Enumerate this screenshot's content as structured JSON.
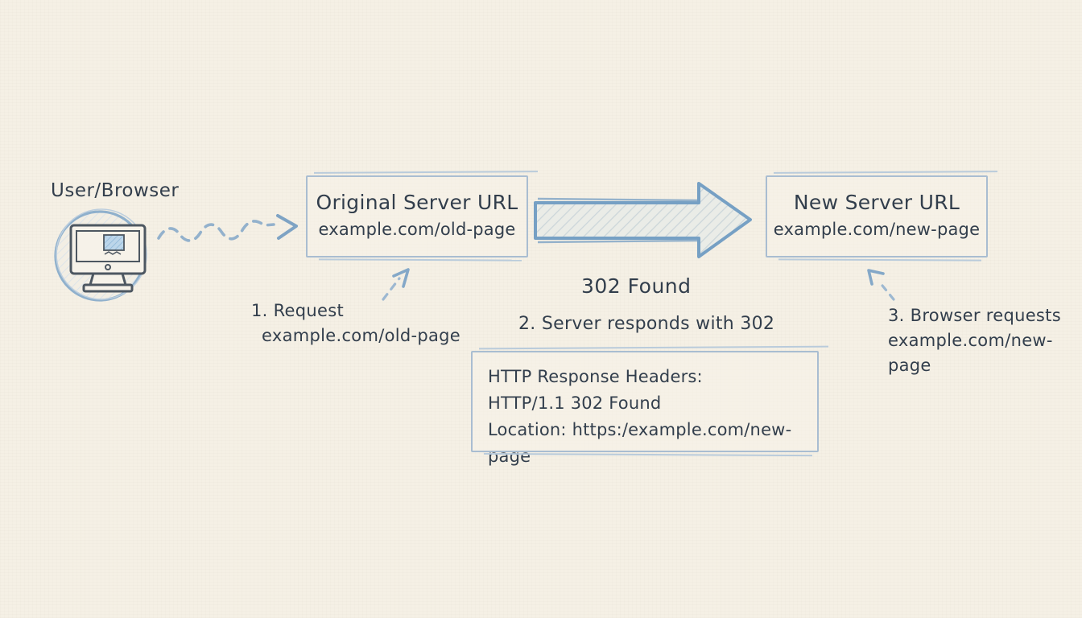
{
  "colors": {
    "background": "#f5f0e5",
    "ink": "#323e4c",
    "sketch_blue": "#7ea3c4",
    "sketch_blue_light": "#a9bdd1",
    "arrow_fill": "#eaece7"
  },
  "user": {
    "label": "User/Browser",
    "icon": "computer-monitor-icon"
  },
  "original_server": {
    "title": "Original Server URL",
    "url": "example.com/old-page"
  },
  "new_server": {
    "title": "New Server URL",
    "url": "example.com/new-page"
  },
  "redirect": {
    "status_label": "302 Found"
  },
  "steps": [
    {
      "line1": "1. Request",
      "line2": "example.com/old-page"
    },
    {
      "line1": "2. Server responds with 302"
    },
    {
      "line1": "3. Browser requests",
      "line2": "example.com/new-page"
    }
  ],
  "headers_box": {
    "line1": "HTTP Response Headers:",
    "line2": "HTTP/1.1 302 Found",
    "line3": "Location: https:/example.com/new-page"
  }
}
